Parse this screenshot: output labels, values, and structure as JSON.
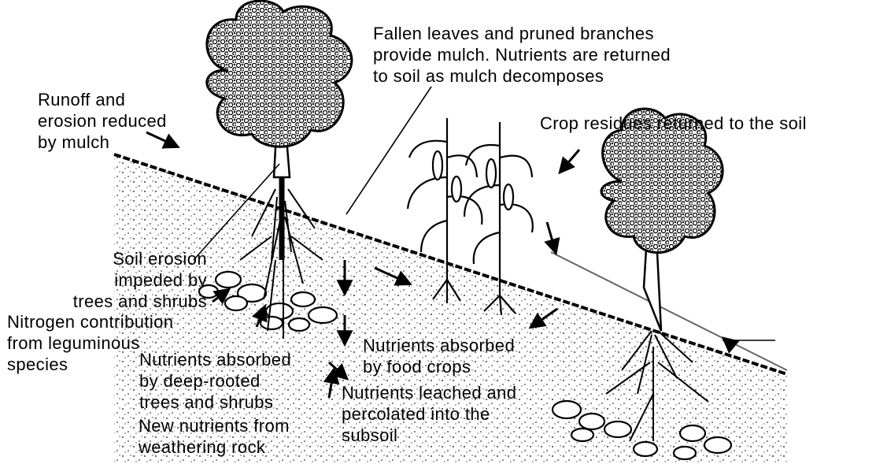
{
  "labels": {
    "fallen_leaves": [
      "Fallen leaves and pruned branches",
      "provide mulch. Nutrients are returned",
      "to soil as mulch decomposes"
    ],
    "runoff": [
      "Runoff and",
      "erosion reduced",
      "by mulch"
    ],
    "crop_residues": [
      "Crop residues returned to the soil"
    ],
    "soil_erosion": [
      "Soil erosion",
      "impeded by",
      "trees and shrubs"
    ],
    "nitrogen": [
      "Nitrogen contribution",
      "from leguminous",
      "species"
    ],
    "deep_rooted": [
      "Nutrients absorbed",
      "by deep-rooted",
      "trees and shrubs"
    ],
    "food_crops": [
      "Nutrients absorbed",
      "by food crops"
    ],
    "leached": [
      "Nutrients leached and",
      "percolated into the",
      "subsoil"
    ],
    "weathering": [
      "New nutrients from",
      "weathering rock"
    ]
  }
}
